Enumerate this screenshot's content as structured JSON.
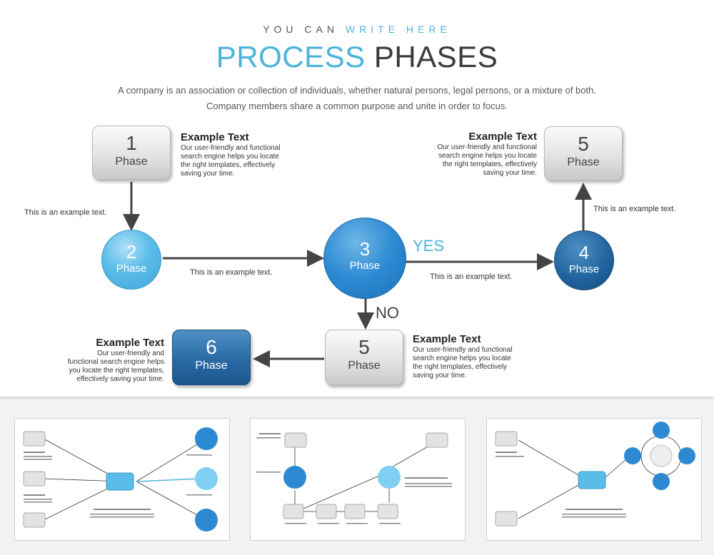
{
  "header": {
    "subtitle_a": "YOU CAN",
    "subtitle_b": "WRITE HERE",
    "title_a": "PROCESS",
    "title_b": "PHASES",
    "description": "A company is an association or collection of individuals, whether natural persons, legal persons, or a mixture of both. Company members share a common purpose and unite in order to focus."
  },
  "nodes": {
    "n1": {
      "num": "1",
      "label": "Phase"
    },
    "n2": {
      "num": "2",
      "label": "Phase"
    },
    "n3": {
      "num": "3",
      "label": "Phase"
    },
    "n4": {
      "num": "4",
      "label": "Phase"
    },
    "n5top": {
      "num": "5",
      "label": "Phase"
    },
    "n5bottom": {
      "num": "5",
      "label": "Phase"
    },
    "n6": {
      "num": "6",
      "label": "Phase"
    }
  },
  "decision": {
    "yes": "YES",
    "no": "NO"
  },
  "blocks": {
    "b1": {
      "title": "Example Text",
      "body": "Our user-friendly and functional search engine helps you locate the right templates, effectively saving your time."
    },
    "b2": {
      "title": "Example Text",
      "body": "Our user-friendly and functional search engine helps you locate the right templates, effectively saving your time."
    },
    "b3": {
      "title": "Example Text",
      "body": "Our user-friendly and functional search engine helps you locate the right templates, effectively saving your time."
    },
    "b4": {
      "title": "Example Text",
      "body": "Our user-friendly and functional search engine helps you locate the right templates, effectively saving your time."
    }
  },
  "connector_labels": {
    "l1": "This is an example text.",
    "l2": "This is an example text.",
    "l3": "This is an example text.",
    "l4": "This is an example text."
  },
  "colors": {
    "accent": "#4cb3dc",
    "dark_blue": "#22649f",
    "mid_blue": "#2d8ad2",
    "light_blue": "#5bbce9",
    "text": "#3a3a3a"
  }
}
